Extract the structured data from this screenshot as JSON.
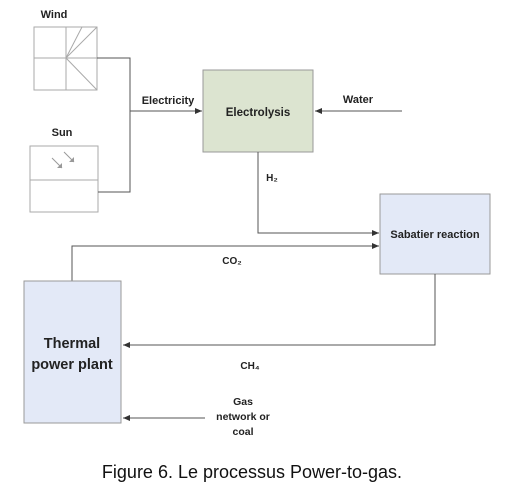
{
  "labels": {
    "wind": "Wind",
    "sun": "Sun",
    "electricity": "Electricity",
    "electrolysis": "Electrolysis",
    "water": "Water",
    "h2": "H₂",
    "sabatier": "Sabatier reaction",
    "co2": "CO₂",
    "thermal_line1": "Thermal",
    "thermal_line2": "power plant",
    "ch4": "CH₄",
    "gas_line1": "Gas",
    "gas_line2": "network or",
    "gas_line3": "coal"
  },
  "caption": "Figure 6. Le processus Power-to-gas.",
  "colors": {
    "electrolysis_fill": "#dce4d0",
    "sabatier_fill": "#e3e9f7",
    "thermal_fill": "#e3e9f7",
    "box_stroke": "#999999",
    "line": "#555555"
  }
}
